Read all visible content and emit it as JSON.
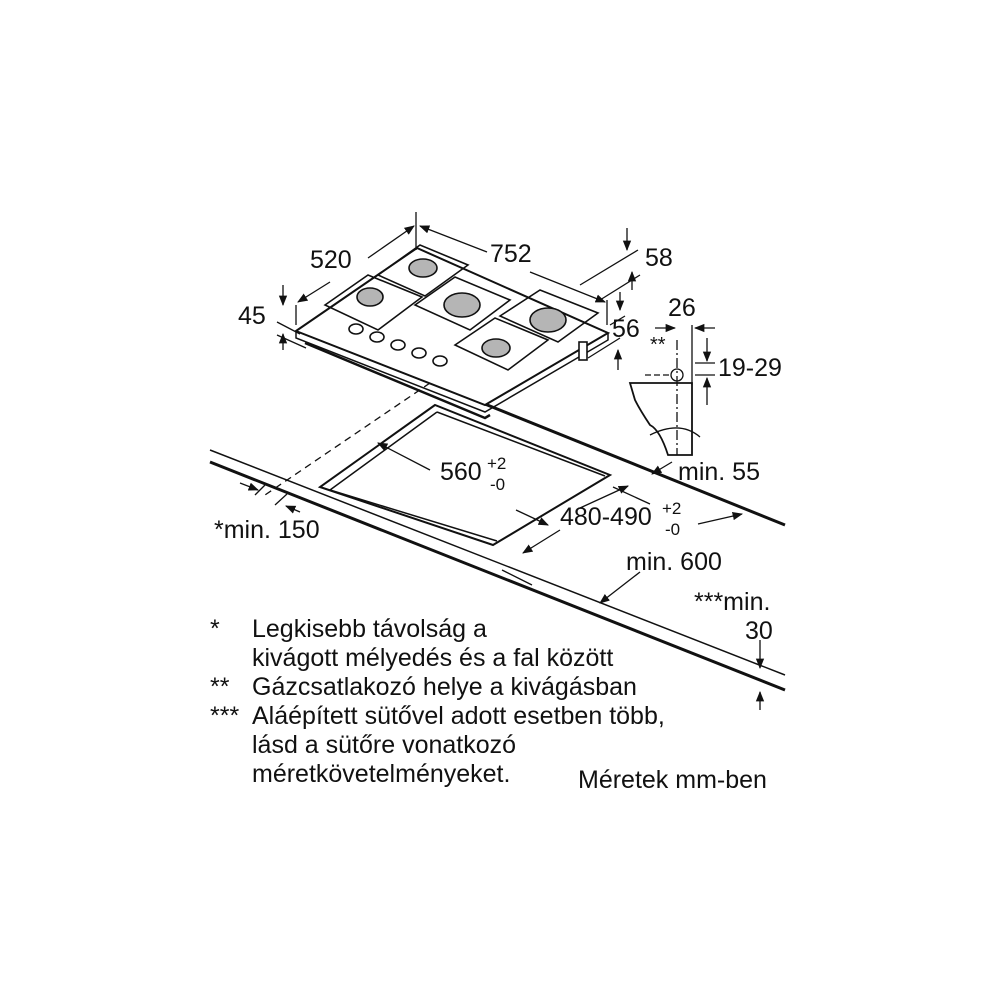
{
  "dimensions": {
    "depth": "520",
    "width": "752",
    "height_left": "45",
    "height_right": "58",
    "height_rear": "56",
    "gas_offset": "26",
    "gas_height": "19-29",
    "gas_mark": "**",
    "min_back": "min. 55",
    "cutout_width": "560",
    "cutout_width_tol_plus": "+2",
    "cutout_width_tol_minus": "-0",
    "cutout_depth": "480-490",
    "cutout_depth_tol_plus": "+2",
    "cutout_depth_tol_minus": "-0",
    "min_side": "*min. 150",
    "min_depth": "min. 600",
    "min_oven_1": "***min.",
    "min_oven_2": "30"
  },
  "notes": [
    {
      "mark": "*",
      "lines": [
        "Legkisebb távolság a",
        "kivágott mélyedés és a fal között"
      ]
    },
    {
      "mark": "**",
      "lines": [
        "Gázcsatlakozó helye a kivágásban"
      ]
    },
    {
      "mark": "***",
      "lines": [
        "Aláépített sütővel adott esetben több,",
        "lásd a sütőre vonatkozó",
        "méretkövetelményeket."
      ]
    }
  ],
  "units_note": "Méretek mm-ben"
}
